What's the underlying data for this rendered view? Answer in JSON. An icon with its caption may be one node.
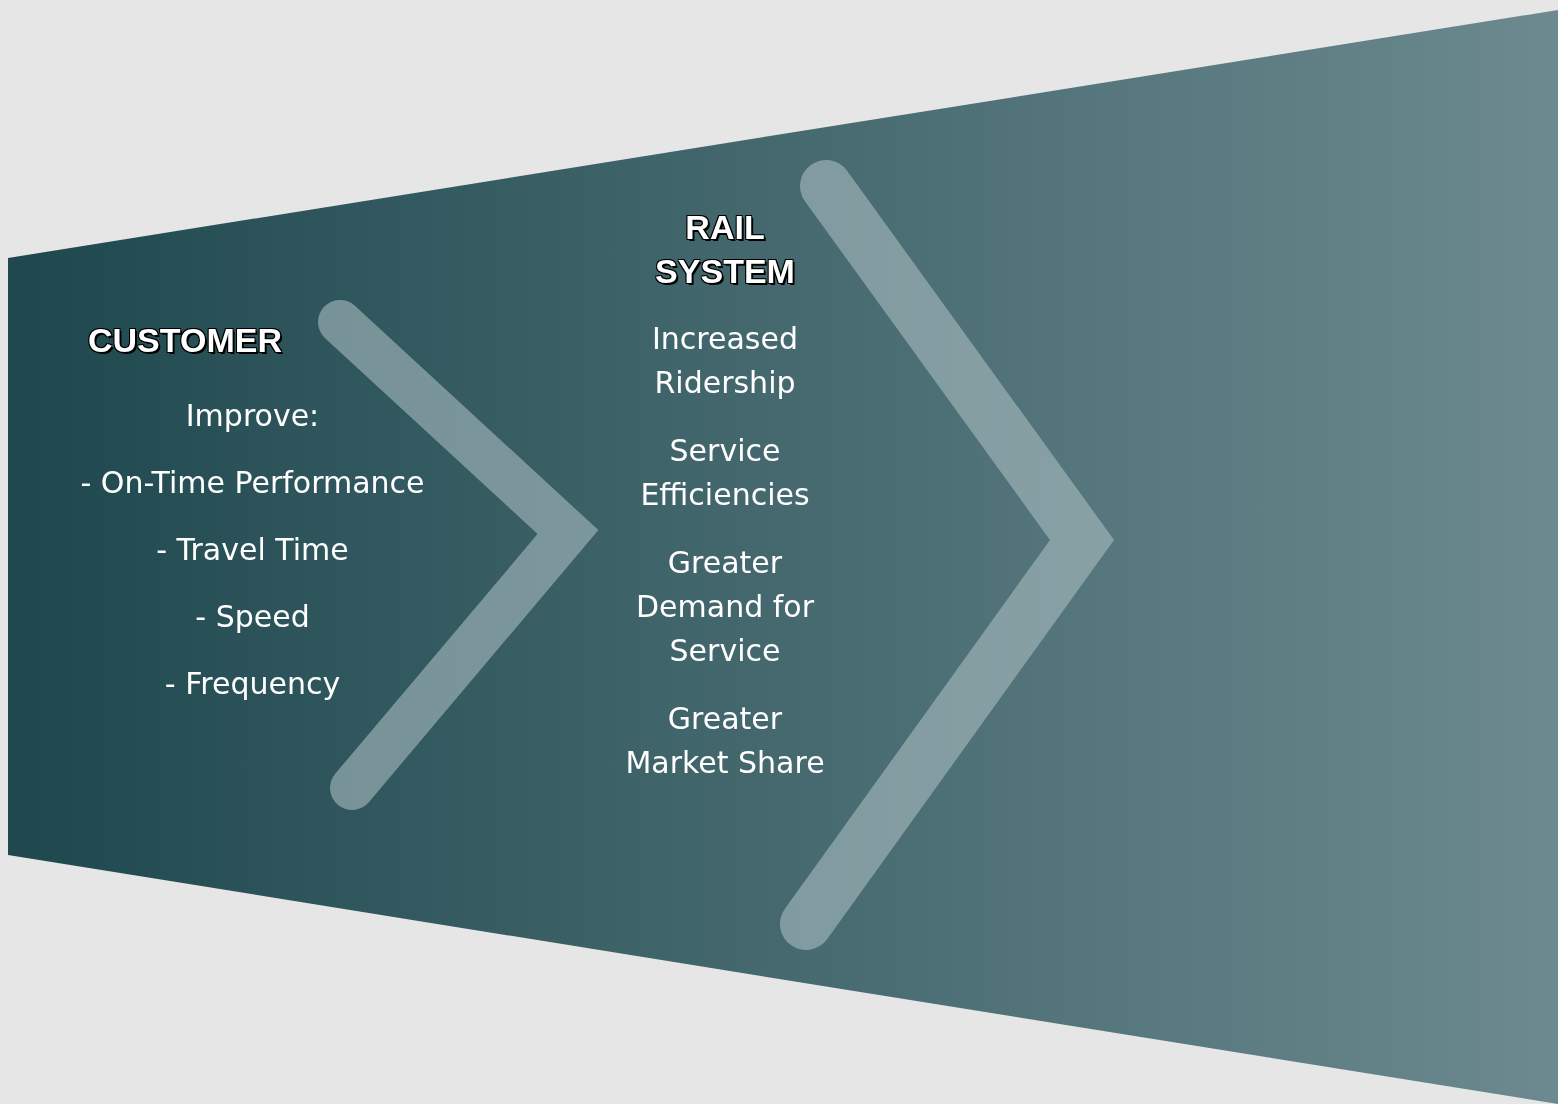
{
  "diagram": {
    "nodes": [
      {
        "text": [],
        "shape": "band"
      },
      {
        "text": [
          "CUSTOMER",
          "Improve:",
          "- On-Time Performance",
          "- Travel Time",
          "- Speed",
          "- Frequency"
        ],
        "in": 0
      },
      {
        "text": [
          "RAIL SYSTEM",
          "Increased Ridership",
          "Service Efficiencies",
          "Greater Demand for Service",
          "Greater Market Share"
        ],
        "in": 0
      }
    ]
  }
}
